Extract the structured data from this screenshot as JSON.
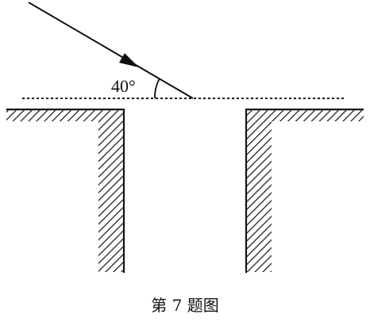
{
  "figure": {
    "angle_label": "40°",
    "caption": "第 7 题图",
    "incident_angle_deg": 40
  },
  "colors": {
    "ink": "#111111",
    "background": "#ffffff"
  }
}
